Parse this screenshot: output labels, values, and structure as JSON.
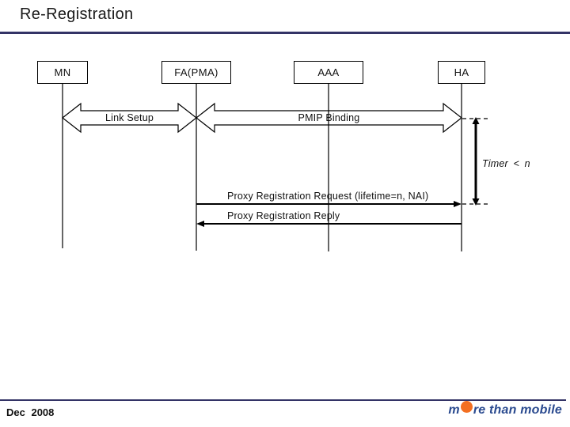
{
  "slide": {
    "title": "Re-Registration",
    "footer": {
      "date": "Dec 2008",
      "logo": {
        "pre": "m",
        "post": "re than mobile"
      }
    },
    "colors": {
      "accent_rule": "#333366",
      "logo_blue": "#2a4a8f",
      "logo_orange": "#f36f21",
      "diagram_ink": "#000000"
    }
  },
  "diagram": {
    "entities": [
      {
        "id": "mn",
        "label": "MN"
      },
      {
        "id": "fa",
        "label": "FA(PMA)"
      },
      {
        "id": "aaa",
        "label": "AAA"
      },
      {
        "id": "ha",
        "label": "HA"
      }
    ],
    "messages": [
      {
        "label": "Link Setup",
        "type": "double-block-arrow",
        "from": "MN",
        "to": "FA(PMA)"
      },
      {
        "label": "PMIP Binding",
        "type": "double-block-arrow",
        "from": "FA(PMA)",
        "to": "HA"
      },
      {
        "label": "Proxy Registration Request (lifetime=n, NAI)",
        "type": "arrow-right",
        "from": "FA(PMA)",
        "to": "HA"
      },
      {
        "label": "Proxy Registration Reply",
        "type": "arrow-left",
        "from": "HA",
        "to": "FA(PMA)"
      }
    ],
    "annotations": [
      {
        "label": "Timer < n",
        "type": "vertical-measure",
        "at": "HA"
      }
    ]
  }
}
